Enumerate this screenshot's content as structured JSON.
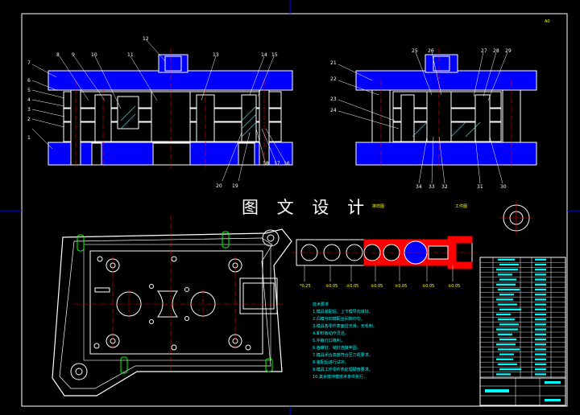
{
  "drawing": {
    "watermark_title": "图 文 设 计",
    "colors": {
      "background": "#000000",
      "outline": "#ffffff",
      "part_fill": "#0000ff",
      "center_line": "#ff0000",
      "hatch": "#00ffff",
      "dim_text": "#00ff00",
      "notes_text": "#00ffff",
      "strip_red": "#ff0000",
      "title_text": "#00ffff"
    },
    "front_view_labels": [
      "1",
      "2",
      "3",
      "4",
      "5",
      "6",
      "7",
      "8",
      "9",
      "10",
      "11",
      "12",
      "13",
      "14",
      "15",
      "16",
      "17",
      "18",
      "19",
      "20"
    ],
    "side_view_labels": [
      "21",
      "22",
      "23",
      "24",
      "25",
      "26",
      "27",
      "28",
      "29",
      "30",
      "31",
      "32",
      "33",
      "34"
    ],
    "strip_section_labels": [
      "排样图",
      "工件图"
    ],
    "strip_dimension_labels": [
      "*0.25",
      "±0.05",
      "±0.05",
      "±0.05",
      "±0.05",
      "±0.05",
      "±0.05"
    ],
    "notes_heading": "技术要求",
    "notes": [
      "1.模具装配后，上下模导向良好，",
      "2.凸模与凹模配合间隙均匀，",
      "3.模具各零件表面应光滑，无毛刺，",
      "4.卸料板动作灵活，",
      "5.冲裁刃口锋利，",
      "6.各螺钉、销钉连接牢固，",
      "7.模具闭合高度符合压力机要求，",
      "8.装配后进行试冲，",
      "9.模具工作零件热处理硬度要求，",
      "10.其余按冲模技术条件执行。"
    ],
    "title_block": {
      "top_right_note": "A0"
    }
  }
}
